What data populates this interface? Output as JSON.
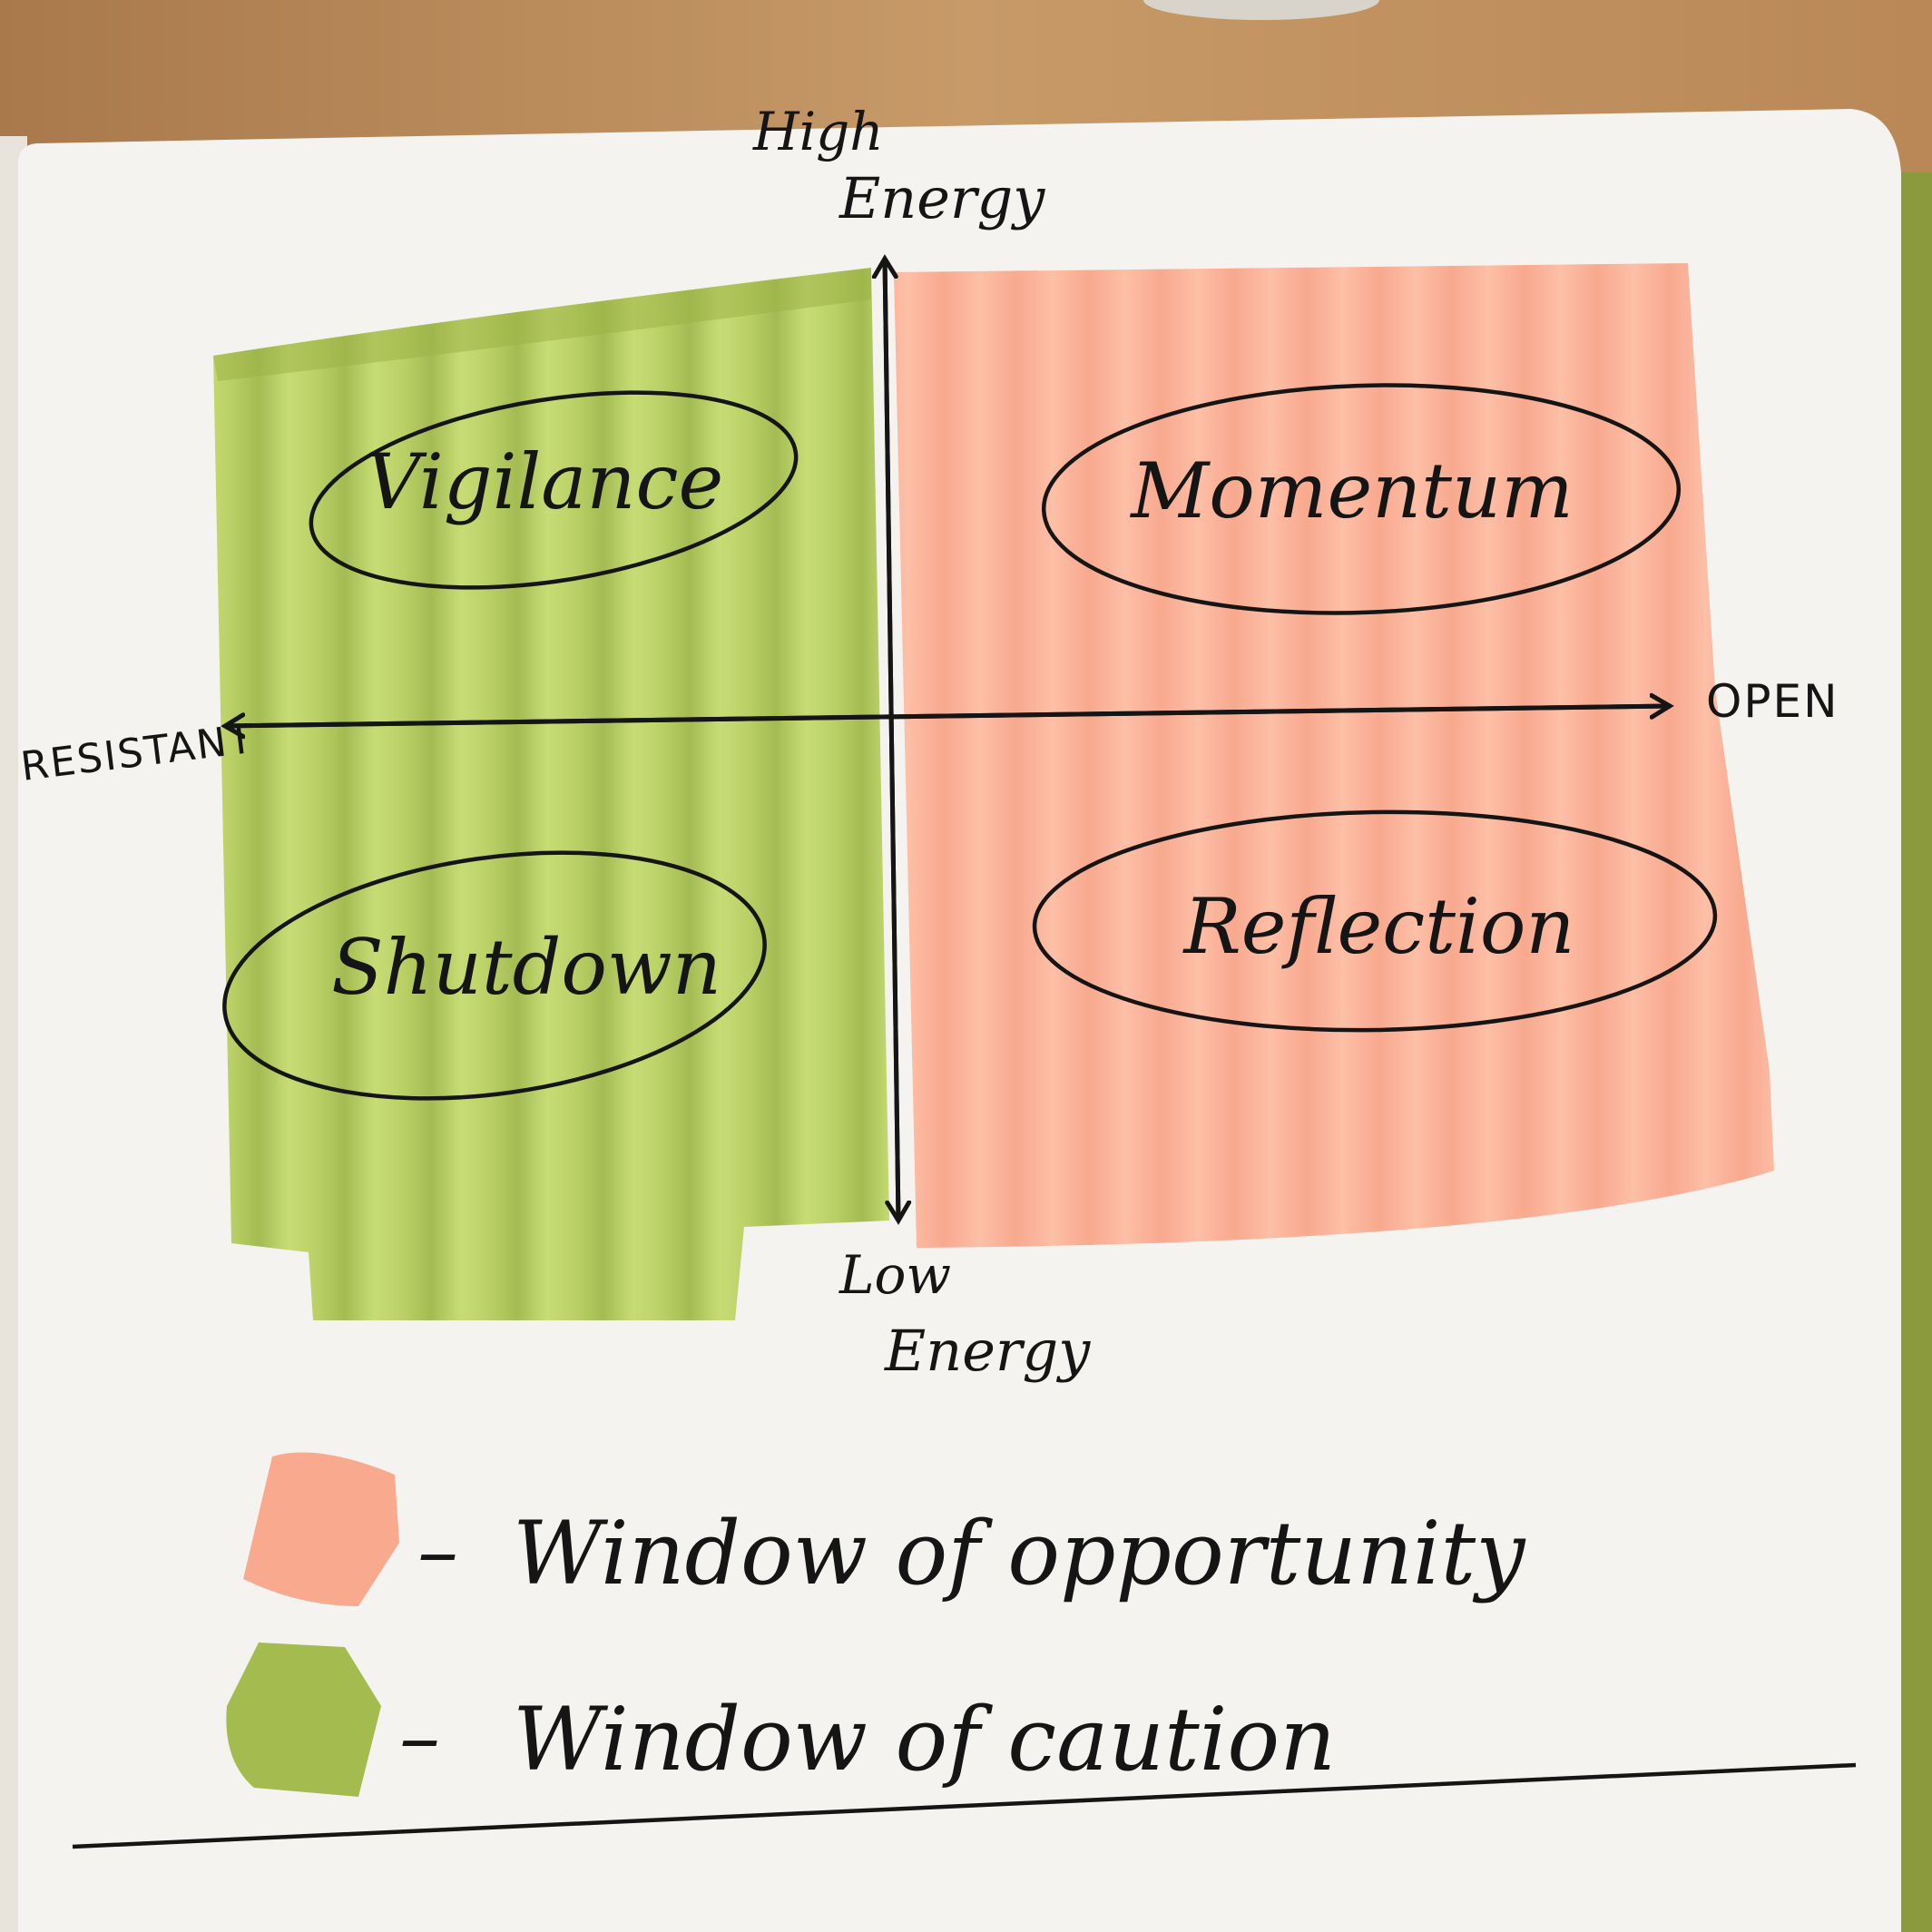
{
  "diagram": {
    "axes": {
      "top_label_line1": "High",
      "top_label_line2": "Energy",
      "bottom_label_line1": "Low",
      "bottom_label_line2": "Energy",
      "left_label": "RESISTANT",
      "right_label": "OPEN"
    },
    "quadrants": {
      "top_left": "Vigilance",
      "top_right": "Momentum",
      "bottom_left": "Shutdown",
      "bottom_right": "Reflection"
    },
    "legend": {
      "items": [
        {
          "label": "Window of opportunity",
          "swatch_color": "#f9a98e"
        },
        {
          "label": "Window of caution",
          "swatch_color": "#a3bb4f"
        }
      ],
      "dash": "–"
    },
    "colors": {
      "caution_green": "#b2c95a",
      "opportunity_salmon": "#fcab90",
      "paper": "#f4f3ef",
      "ink": "#151515"
    }
  }
}
